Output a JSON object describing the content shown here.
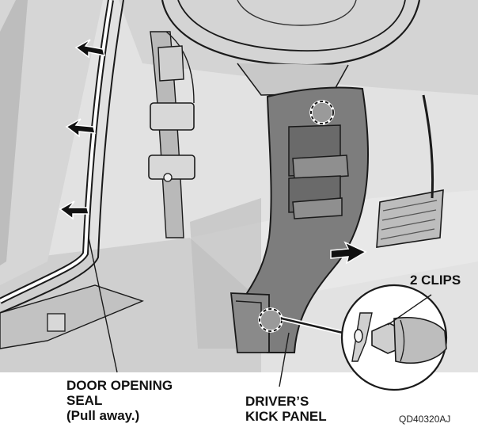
{
  "labels": {
    "clips": "2 CLIPS",
    "door_seal_line1": "DOOR OPENING",
    "door_seal_line2": "SEAL",
    "door_seal_line3": "(Pull away.)",
    "kick_panel_line1": "DRIVER’S",
    "kick_panel_line2": "KICK PANEL"
  },
  "figure_code": "QD40320AJ",
  "colors": {
    "background": "#ffffff",
    "line": "#1a1a1a",
    "panel_fill": "#7d7d7d",
    "body_fill": "#dcdcdc"
  },
  "icons": [
    "pull-arrow-icon",
    "clip-location-icon",
    "clip-detail-icon"
  ]
}
